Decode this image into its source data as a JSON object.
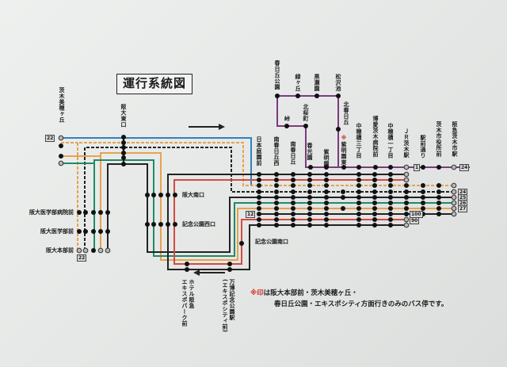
{
  "title": "運行系統図",
  "stations": {
    "ibaraki_mihogaoka": "茨木美穂ヶ丘",
    "handai_higashiguchi": "阪大東口",
    "handai_igakubu_byoin": "阪大医学部病院前",
    "handai_igakubu": "阪大医学部前",
    "handai_honbu": "阪大本部前",
    "handai_minamiguchi": "阪大南口",
    "kinen_koen_nishiguchi": "記念公園西口",
    "kinen_koen_minamiguchi": "記念公園南口",
    "hotel_hankyu": [
      "ホテル阪急",
      "エキスポパーク前"
    ],
    "banpaku_station": [
      "万博記念公園駅",
      "(エキスポシティ前)"
    ],
    "kasugaoka_koen": "春日丘公園",
    "midorigaoka": "緑ヶ丘",
    "kurosein": "黒瀬園",
    "matsuzawaike": "松沢池",
    "toge": "峠",
    "kitasakuramachi": "北桜町",
    "kitakasugaoka": "北春日丘",
    "nihon_teien": "日本庭園前",
    "minami_kasugaoka_nishi": "南春日丘西",
    "minami_kasugaoka": "南春日丘",
    "shunkoen": "春光園",
    "shimeien": "紫明園",
    "shimeien_higashi_mark": "※",
    "shimeien_higashi": "紫明園東",
    "nakahozumi_3": "中穂積三丁目",
    "hakuai_byoin": "博愛茨木病院前",
    "nakahozumi_1": "中穂積一丁目",
    "jr_ibaraki": "ＪＲ茨木駅",
    "ekimae_dori": "駅前通り",
    "shiyakusho": "茨木市役所前",
    "hankyu_ibaraki": "阪急茨木市駅"
  },
  "route_numbers": {
    "mihogaoka": "22",
    "honbu": "22",
    "kinen": "12",
    "jr": "1",
    "hankyu": "24",
    "right": [
      "24",
      "25",
      "26",
      "27"
    ],
    "jr_bottom": [
      "100",
      "90"
    ]
  },
  "footnote": {
    "mark": "※印",
    "line1": "は阪大本部前・茨木美穂ヶ丘・",
    "line2": "春日丘公園・エキスポシティ方面行きのみのバス停です。"
  },
  "colors": {
    "black": "#222222",
    "red": "#d24a44",
    "orange": "#e6a24e",
    "green": "#1f8a6a",
    "blue": "#2f82bd",
    "purple": "#7b3a7d"
  }
}
